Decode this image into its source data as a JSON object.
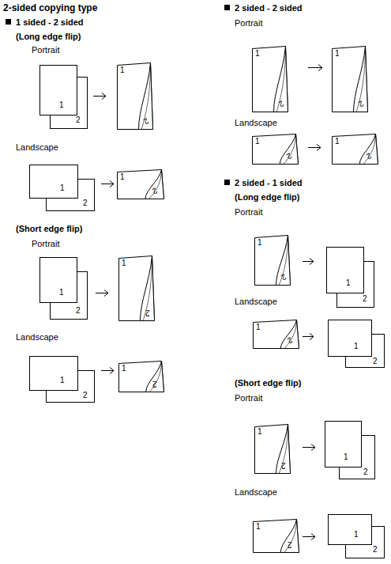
{
  "diagram": {
    "title": "2-sided copying type",
    "labels": [
      "1 sided - 2 sided",
      "(Long edge flip)",
      "Portrait",
      "1",
      "2",
      "1",
      "2",
      "Landscape",
      "1",
      "2",
      "1",
      "2",
      "(Short edge flip)",
      "Portrait",
      "1",
      "2",
      "1",
      "2",
      "Landscape",
      "1",
      "2",
      "1",
      "2",
      "2 sided - 2 sided",
      "Portrait",
      "1",
      "2",
      "1",
      "2",
      "Landscape",
      "1",
      "2",
      "1",
      "2",
      "2 sided - 1 sided",
      "(Long edge flip)",
      "Portrait",
      "1",
      "2",
      "1",
      "2",
      "Landscape",
      "1",
      "2",
      "1",
      "2",
      "(Short edge flip)",
      "Portrait",
      "1",
      "2",
      "1",
      "2",
      "Landscape",
      "1",
      "2",
      "1",
      "2"
    ]
  }
}
